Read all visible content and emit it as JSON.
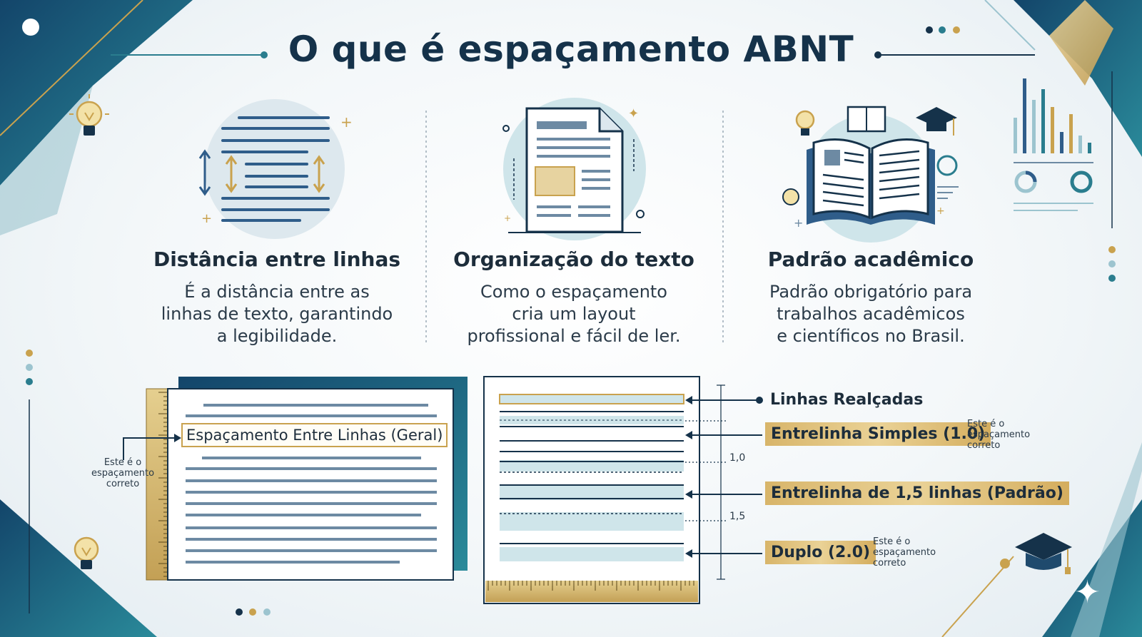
{
  "title": "O que é espaçamento ABNT",
  "columns": [
    {
      "title": "Distância entre linhas",
      "desc": [
        "É a distância entre as",
        "linhas de texto, garantindo",
        "a legibilidade."
      ]
    },
    {
      "title": "Organização do texto",
      "desc": [
        "Como o espaçamento",
        "cria um layout",
        "profissional e fácil de ler."
      ]
    },
    {
      "title": "Padrão acadêmico",
      "desc": [
        "Padrão obrigatório para",
        "trabalhos acadêmicos",
        "e científicos no Brasil."
      ]
    }
  ],
  "left_diagram": {
    "label": "Espaçamento Entre Linhas (Geral)",
    "note": [
      "Este é o",
      "espaçamento",
      "correto"
    ]
  },
  "right_diagram": {
    "scale_marks": [
      "1,0",
      "1,5"
    ],
    "labels": {
      "highlighted": "Linhas Realçadas",
      "simple": "Entrelinha Simples (1.0)",
      "one_half": "Entrelinha de 1,5 linhas (Padrão)",
      "double": "Duplo (2.0)"
    },
    "note_simple": [
      "Este é o",
      "espaçamento",
      "correto"
    ],
    "note_double": [
      "Este é o",
      "espaçamento",
      "correto"
    ]
  },
  "colors": {
    "navy": "#15324a",
    "teal": "#2a7d8e",
    "gold": "#c9a24e",
    "steel": "#4a6a8a"
  }
}
